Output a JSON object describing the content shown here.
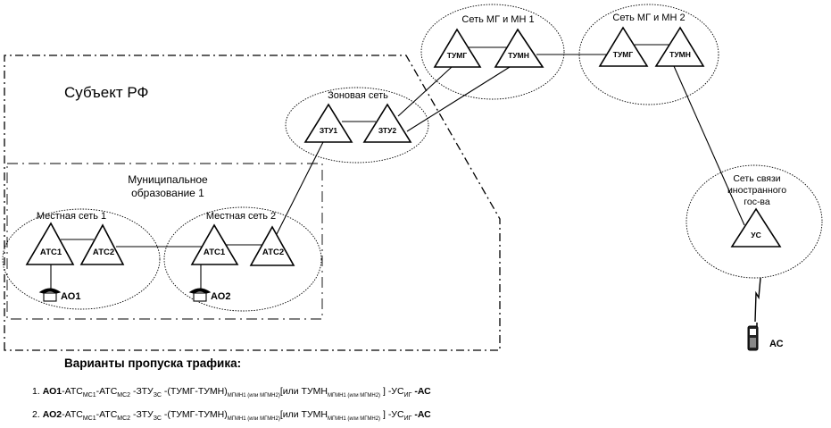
{
  "diagram": {
    "region_label": "Субъект РФ",
    "municipal_label_line1": "Муниципальное",
    "municipal_label_line2": "образование 1",
    "networks": {
      "local1": {
        "label": "Местная сеть 1",
        "nodes": [
          "АТС1",
          "АТС2"
        ],
        "subscriber": "АО1"
      },
      "local2": {
        "label": "Местная сеть 2",
        "nodes": [
          "АТС1",
          "АТС2"
        ],
        "subscriber": "АО2"
      },
      "zone": {
        "label": "Зоновая сеть",
        "nodes": [
          "ЗТУ1",
          "ЗТУ2"
        ]
      },
      "mgmn1": {
        "label": "Сеть МГ и МН 1",
        "nodes": [
          "ТУМГ",
          "ТУМН"
        ]
      },
      "mgmn2": {
        "label": "Сеть МГ и МН 2",
        "nodes": [
          "ТУМГ",
          "ТУМН"
        ]
      },
      "foreign": {
        "label_line1": "Сеть связи",
        "label_line2": "иностранного",
        "label_line3": "гос-ва",
        "nodes": [
          "УС"
        ]
      }
    },
    "mobile_subscriber": "АС"
  },
  "legend": {
    "title": "Варианты пропуска трафика:",
    "routes": [
      {
        "num": "1.",
        "start": "АО1",
        "atc1": "-АТС",
        "atc1_sub": "МС1",
        "atc2": "-АТС",
        "atc2_sub": "МС2",
        "ztu": "-ЗТУ",
        "ztu_sub": "ЗС",
        "pair": "-(ТУМГ-ТУМН)",
        "pair_sub": "МГМН1 (или МГМН2)",
        "alt": "[или ТУМН",
        "alt_sub": "МГМН1 (или МГМН2)",
        "us": " ] -УС",
        "us_sub": "ИГ",
        "end": "-АС"
      },
      {
        "num": "2.",
        "start": "АО2",
        "atc1": "-АТС",
        "atc1_sub": "МС1",
        "atc2": "-АТС",
        "atc2_sub": "МС2",
        "ztu": "-ЗТУ",
        "ztu_sub": "ЗС",
        "pair": "-(ТУМГ-ТУМН)",
        "pair_sub": "МГМН1 (или МГМН2)",
        "alt": "[или ТУМН",
        "alt_sub": "МГМН1 (или МГМН2)",
        "us": " ] -УС",
        "us_sub": "ИГ",
        "end": "-АС"
      }
    ]
  }
}
